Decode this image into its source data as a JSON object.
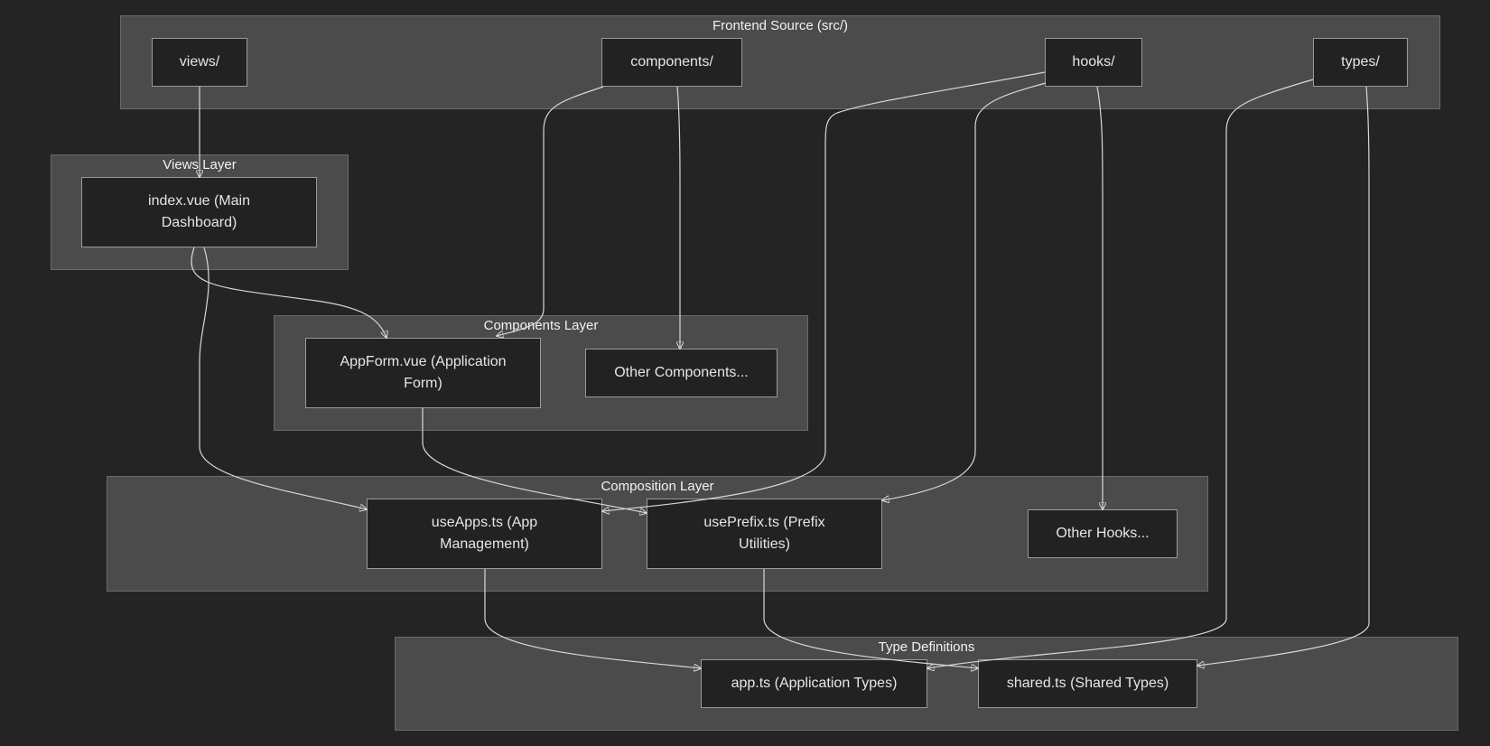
{
  "colors": {
    "background": "#242424",
    "cluster_fill": "#4a4b4a",
    "cluster_border": "#6a6a6a",
    "node_fill": "#222222",
    "node_border": "#9a9a9a",
    "edge": "#d8d8d8",
    "text": "#e6e6e6"
  },
  "clusters": {
    "frontend": "Frontend Source (src/)",
    "views": "Views Layer",
    "components": "Components Layer",
    "composition": "Composition Layer",
    "types": "Type Definitions"
  },
  "nodes": {
    "views_dir": "views/",
    "components_dir": "components/",
    "hooks_dir": "hooks/",
    "types_dir": "types/",
    "index_vue": "index.vue (Main Dashboard)",
    "appform_vue": "AppForm.vue (Application Form)",
    "other_components": "Other Components...",
    "use_apps": "useApps.ts (App Management)",
    "use_prefix": "usePrefix.ts (Prefix Utilities)",
    "other_hooks": "Other Hooks...",
    "app_ts": "app.ts (Application Types)",
    "shared_ts": "shared.ts (Shared Types)"
  },
  "edges": [
    {
      "from": "views/",
      "to": "index.vue (Main Dashboard)"
    },
    {
      "from": "components/",
      "to": "AppForm.vue (Application Form)"
    },
    {
      "from": "components/",
      "to": "Other Components..."
    },
    {
      "from": "hooks/",
      "to": "useApps.ts (App Management)"
    },
    {
      "from": "hooks/",
      "to": "usePrefix.ts (Prefix Utilities)"
    },
    {
      "from": "hooks/",
      "to": "Other Hooks..."
    },
    {
      "from": "types/",
      "to": "app.ts (Application Types)"
    },
    {
      "from": "types/",
      "to": "shared.ts (Shared Types)"
    },
    {
      "from": "index.vue (Main Dashboard)",
      "to": "AppForm.vue (Application Form)"
    },
    {
      "from": "index.vue (Main Dashboard)",
      "to": "useApps.ts (App Management)"
    },
    {
      "from": "AppForm.vue (Application Form)",
      "to": "usePrefix.ts (Prefix Utilities)"
    },
    {
      "from": "useApps.ts (App Management)",
      "to": "app.ts (Application Types)"
    },
    {
      "from": "usePrefix.ts (Prefix Utilities)",
      "to": "shared.ts (Shared Types)"
    }
  ]
}
